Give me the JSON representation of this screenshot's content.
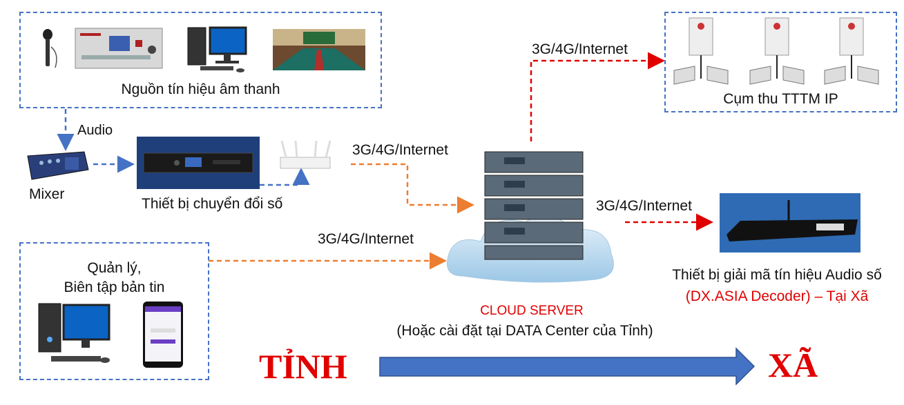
{
  "source_box": {
    "label": "Nguồn tín hiệu âm thanh"
  },
  "audio_label": "Audio",
  "mixer_label": "Mixer",
  "converter_label": "Thiết bị chuyển đổi số",
  "net_label_1": "3G/4G/Internet",
  "net_label_2": "3G/4G/Internet",
  "net_label_3": "3G/4G/Internet",
  "net_label_4": "3G/4G/Internet",
  "receiver_box": {
    "label": "Cụm thu TTTM IP"
  },
  "manage_box": {
    "line1": "Quản lý,",
    "line2": "Biên tập bản tin"
  },
  "cloud": {
    "title": "CLOUD SERVER",
    "subtitle": "(Hoặc cài đặt tại DATA Center của Tỉnh)"
  },
  "decoder": {
    "line1": "Thiết bị giải mã tín hiệu Audio số",
    "line2": "(DX.ASIA Decoder) – Tại Xã"
  },
  "bottom": {
    "left": "TỈNH",
    "right": "XÃ"
  },
  "colors": {
    "dash_blue": "#4472c4",
    "orange": "#ed7d31",
    "red": "#e00000",
    "arrow_blue": "#4472c4"
  }
}
